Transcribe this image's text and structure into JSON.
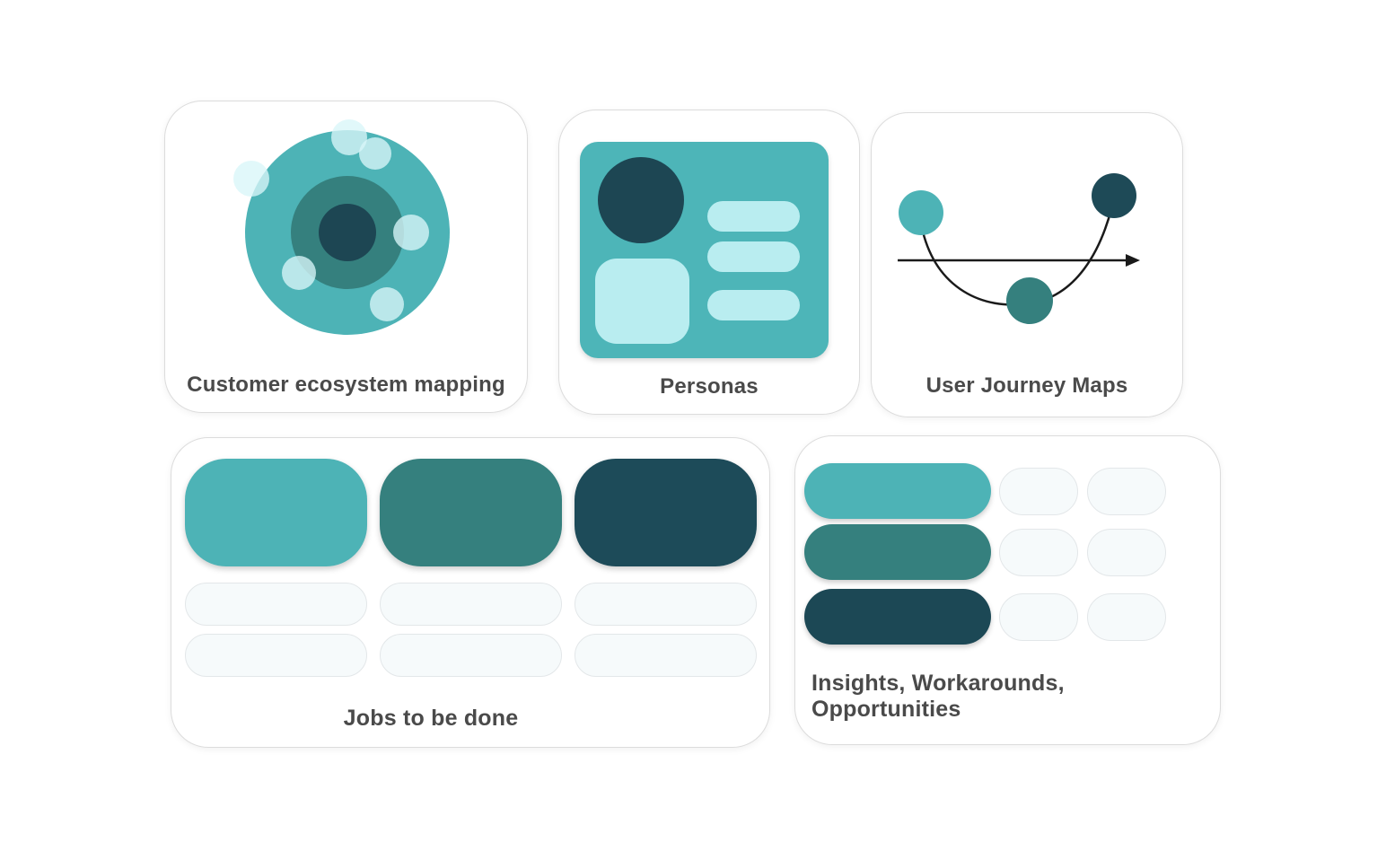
{
  "palette": {
    "teal": "#4db3b6",
    "mid_teal": "#35807e",
    "dark_navy": "#1d4b59",
    "darker_navy": "#1d4653",
    "light_cyan": "#b9edf0",
    "bubble": "#d9f6f8",
    "pill_fill": "#f6fafb",
    "pill_border": "#e3e7e9",
    "card_border": "#dcdcdc",
    "title_color": "#4a4a4a",
    "arrow_color": "#1a1a1a"
  },
  "cards": {
    "ecosystem": {
      "title": "Customer ecosystem mapping"
    },
    "personas": {
      "title": "Personas"
    },
    "journey": {
      "title": "User Journey Maps"
    },
    "jobs": {
      "title": "Jobs to be done"
    },
    "insights": {
      "title": "Insights, Workarounds, Opportunities"
    }
  }
}
